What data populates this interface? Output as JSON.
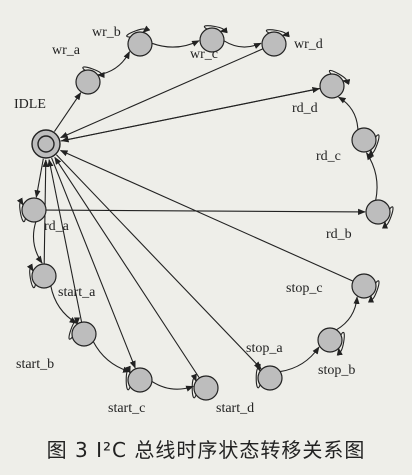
{
  "colors": {
    "background": "#eeeee9",
    "node_fill": "#bdbdbd",
    "line": "#222222"
  },
  "diagram": {
    "initial_state": "IDLE",
    "states": [
      {
        "id": "IDLE",
        "label": "IDLE"
      },
      {
        "id": "wr_a",
        "label": "wr_a"
      },
      {
        "id": "wr_b",
        "label": "wr_b"
      },
      {
        "id": "wr_c",
        "label": "wr_c"
      },
      {
        "id": "wr_d",
        "label": "wr_d"
      },
      {
        "id": "rd_d",
        "label": "rd_d"
      },
      {
        "id": "rd_c",
        "label": "rd_c"
      },
      {
        "id": "rd_b",
        "label": "rd_b"
      },
      {
        "id": "rd_a",
        "label": "rd_a"
      },
      {
        "id": "start_a",
        "label": "start_a"
      },
      {
        "id": "start_b",
        "label": "start_b"
      },
      {
        "id": "start_c",
        "label": "start_c"
      },
      {
        "id": "start_d",
        "label": "start_d"
      },
      {
        "id": "stop_a",
        "label": "stop_a"
      },
      {
        "id": "stop_b",
        "label": "stop_b"
      },
      {
        "id": "stop_c",
        "label": "stop_c"
      }
    ],
    "self_loops": [
      "wr_a",
      "wr_b",
      "wr_c",
      "wr_d",
      "rd_d",
      "rd_c",
      "rd_b",
      "rd_a",
      "start_a",
      "start_b",
      "start_c",
      "start_d",
      "stop_a",
      "stop_b",
      "stop_c"
    ],
    "transitions": [
      {
        "from": "IDLE",
        "to": "wr_a"
      },
      {
        "from": "wr_a",
        "to": "wr_b"
      },
      {
        "from": "wr_b",
        "to": "wr_c"
      },
      {
        "from": "wr_c",
        "to": "wr_d"
      },
      {
        "from": "wr_d",
        "to": "IDLE"
      },
      {
        "from": "IDLE",
        "to": "rd_a"
      },
      {
        "from": "rd_a",
        "to": "rd_b"
      },
      {
        "from": "rd_b",
        "to": "rd_c"
      },
      {
        "from": "rd_c",
        "to": "rd_d"
      },
      {
        "from": "rd_d",
        "to": "IDLE"
      },
      {
        "from": "rd_a",
        "to": "start_a"
      },
      {
        "from": "start_a",
        "to": "start_b"
      },
      {
        "from": "start_b",
        "to": "start_c"
      },
      {
        "from": "start_c",
        "to": "start_d"
      },
      {
        "from": "start_d",
        "to": "IDLE"
      },
      {
        "from": "IDLE",
        "to": "stop_a"
      },
      {
        "from": "stop_a",
        "to": "stop_b"
      },
      {
        "from": "stop_b",
        "to": "stop_c"
      },
      {
        "from": "stop_c",
        "to": "IDLE"
      },
      {
        "from": "IDLE",
        "to": "rd_d"
      },
      {
        "from": "IDLE",
        "to": "start_c"
      },
      {
        "from": "start_a",
        "to": "IDLE"
      },
      {
        "from": "start_b",
        "to": "IDLE"
      }
    ]
  },
  "caption": "图 3   I²C 总线时序状态转移关系图"
}
